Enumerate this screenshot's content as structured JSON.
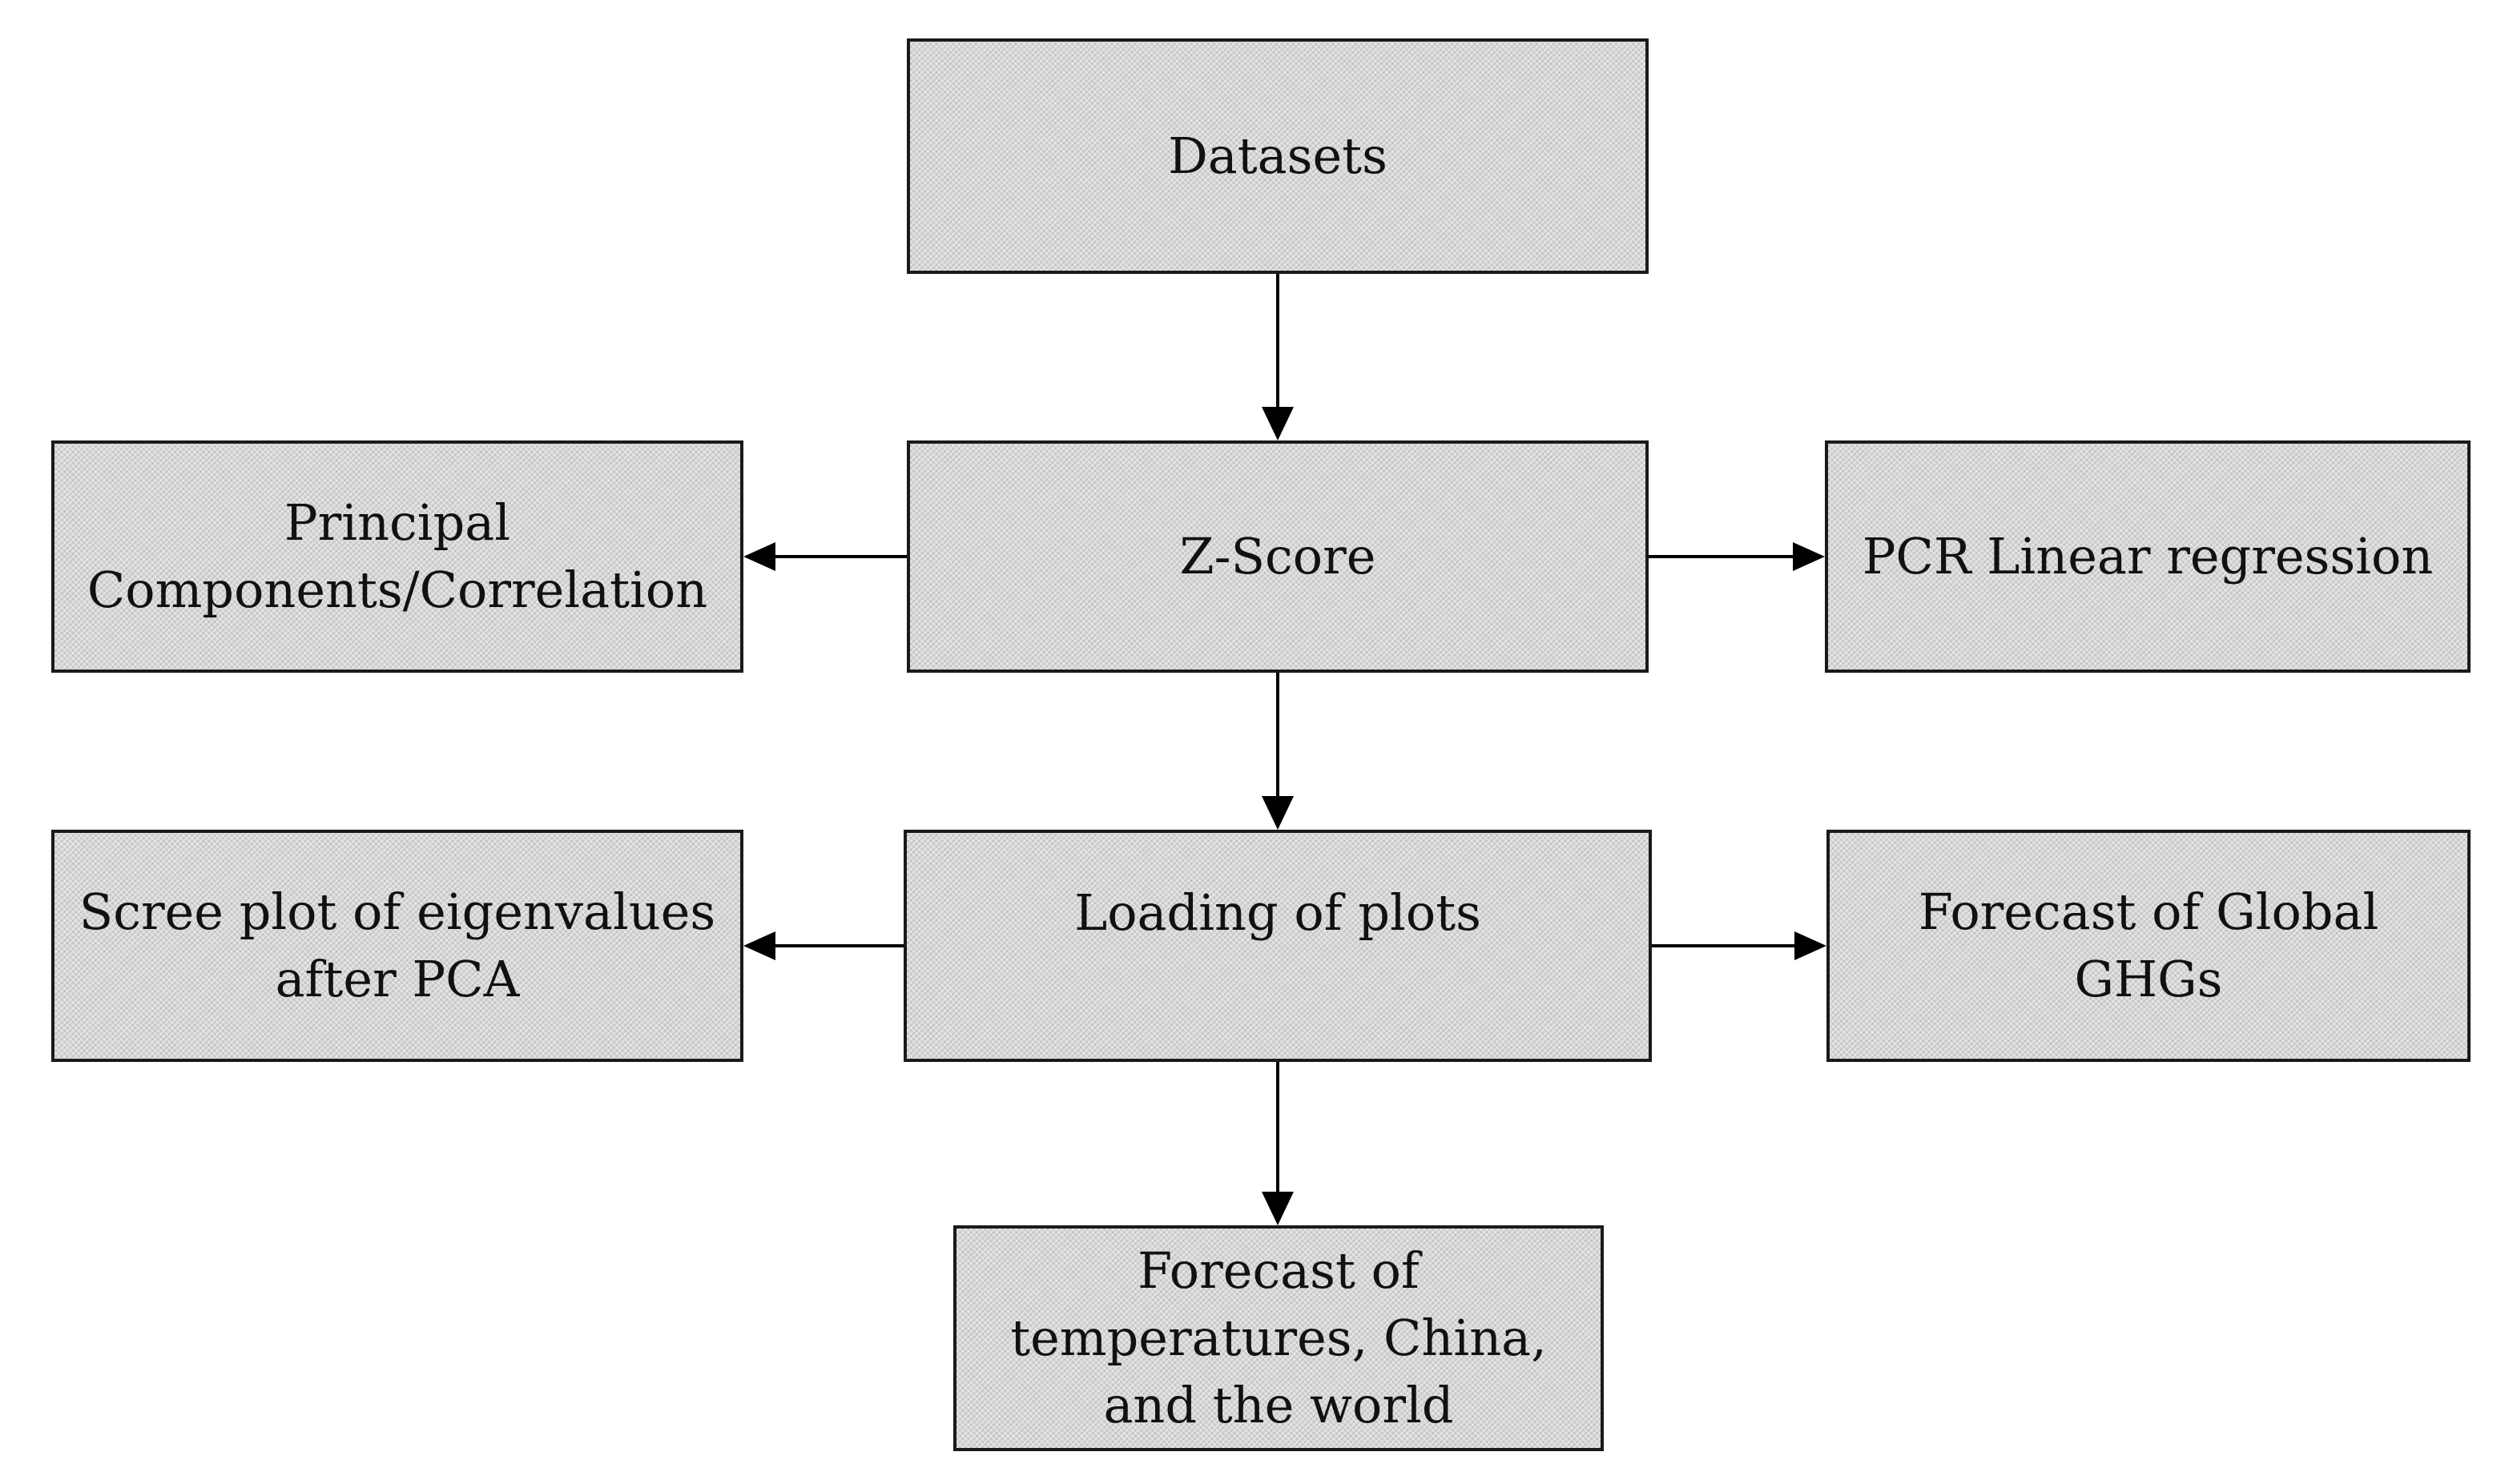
{
  "nodes": {
    "datasets": "Datasets",
    "zscore": "Z-Score",
    "principal_components": "Principal\nComponents/Correlation",
    "pcr": "PCR Linear regression",
    "loading": "Loading of plots",
    "scree": "Scree plot of eigenvalues\nafter PCA",
    "ghg": "Forecast of Global\nGHGs",
    "temperatures": "Forecast of\ntemperatures, China,\nand the world"
  },
  "style": {
    "box_fill": "#d9d9d9",
    "box_stroke": "#1a1a1a",
    "arrow_color": "#000000",
    "text_color": "#111111"
  },
  "edges": [
    {
      "from": "datasets",
      "to": "zscore"
    },
    {
      "from": "zscore",
      "to": "principal_components"
    },
    {
      "from": "zscore",
      "to": "pcr"
    },
    {
      "from": "zscore",
      "to": "loading"
    },
    {
      "from": "loading",
      "to": "scree"
    },
    {
      "from": "loading",
      "to": "ghg"
    },
    {
      "from": "loading",
      "to": "temperatures"
    }
  ]
}
